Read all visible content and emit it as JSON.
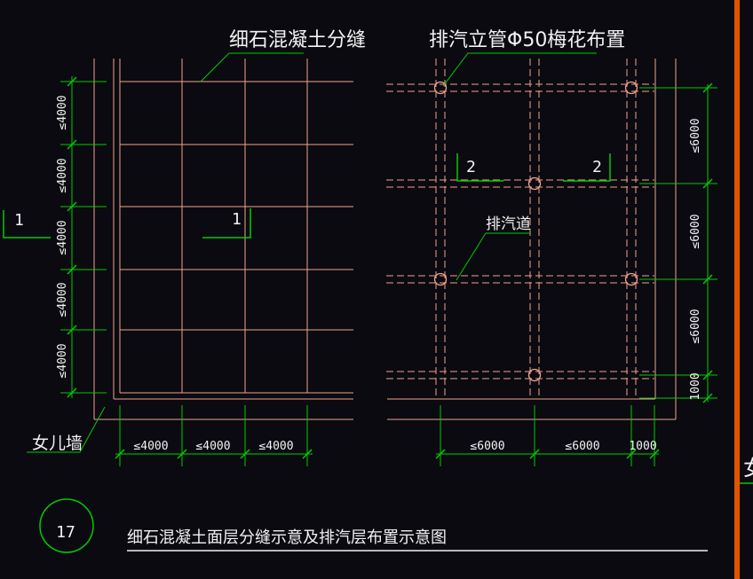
{
  "drawing": {
    "left_diagram": {
      "label_joint": "细石混凝土分缝",
      "label_parapet": "女儿墙",
      "section_marker": "1",
      "v_dims": [
        "≤4000",
        "≤4000",
        "≤4000",
        "≤4000",
        "≤4000"
      ],
      "h_dims": [
        "≤4000",
        "≤4000",
        "≤4000"
      ]
    },
    "right_diagram": {
      "label_riser": "排汽立管Φ50梅花布置",
      "label_duct": "排汽道",
      "section_marker": "2",
      "h_dims": [
        "≤6000",
        "≤6000",
        "1000"
      ],
      "v_dims": [
        "≤6000",
        "≤6000",
        "≤6000",
        "1000"
      ]
    },
    "title_block": {
      "number": "17",
      "title": "细石混凝土面层分缝示意及排汽层布置示意图"
    },
    "edge_fragment": "女",
    "colors": {
      "background": "#0a0a10",
      "grid_line": "#f2a28e",
      "dimension_green": "#00cc00",
      "text_white": "#f2f2f2",
      "frame_bar_orange": "#e25400"
    }
  }
}
